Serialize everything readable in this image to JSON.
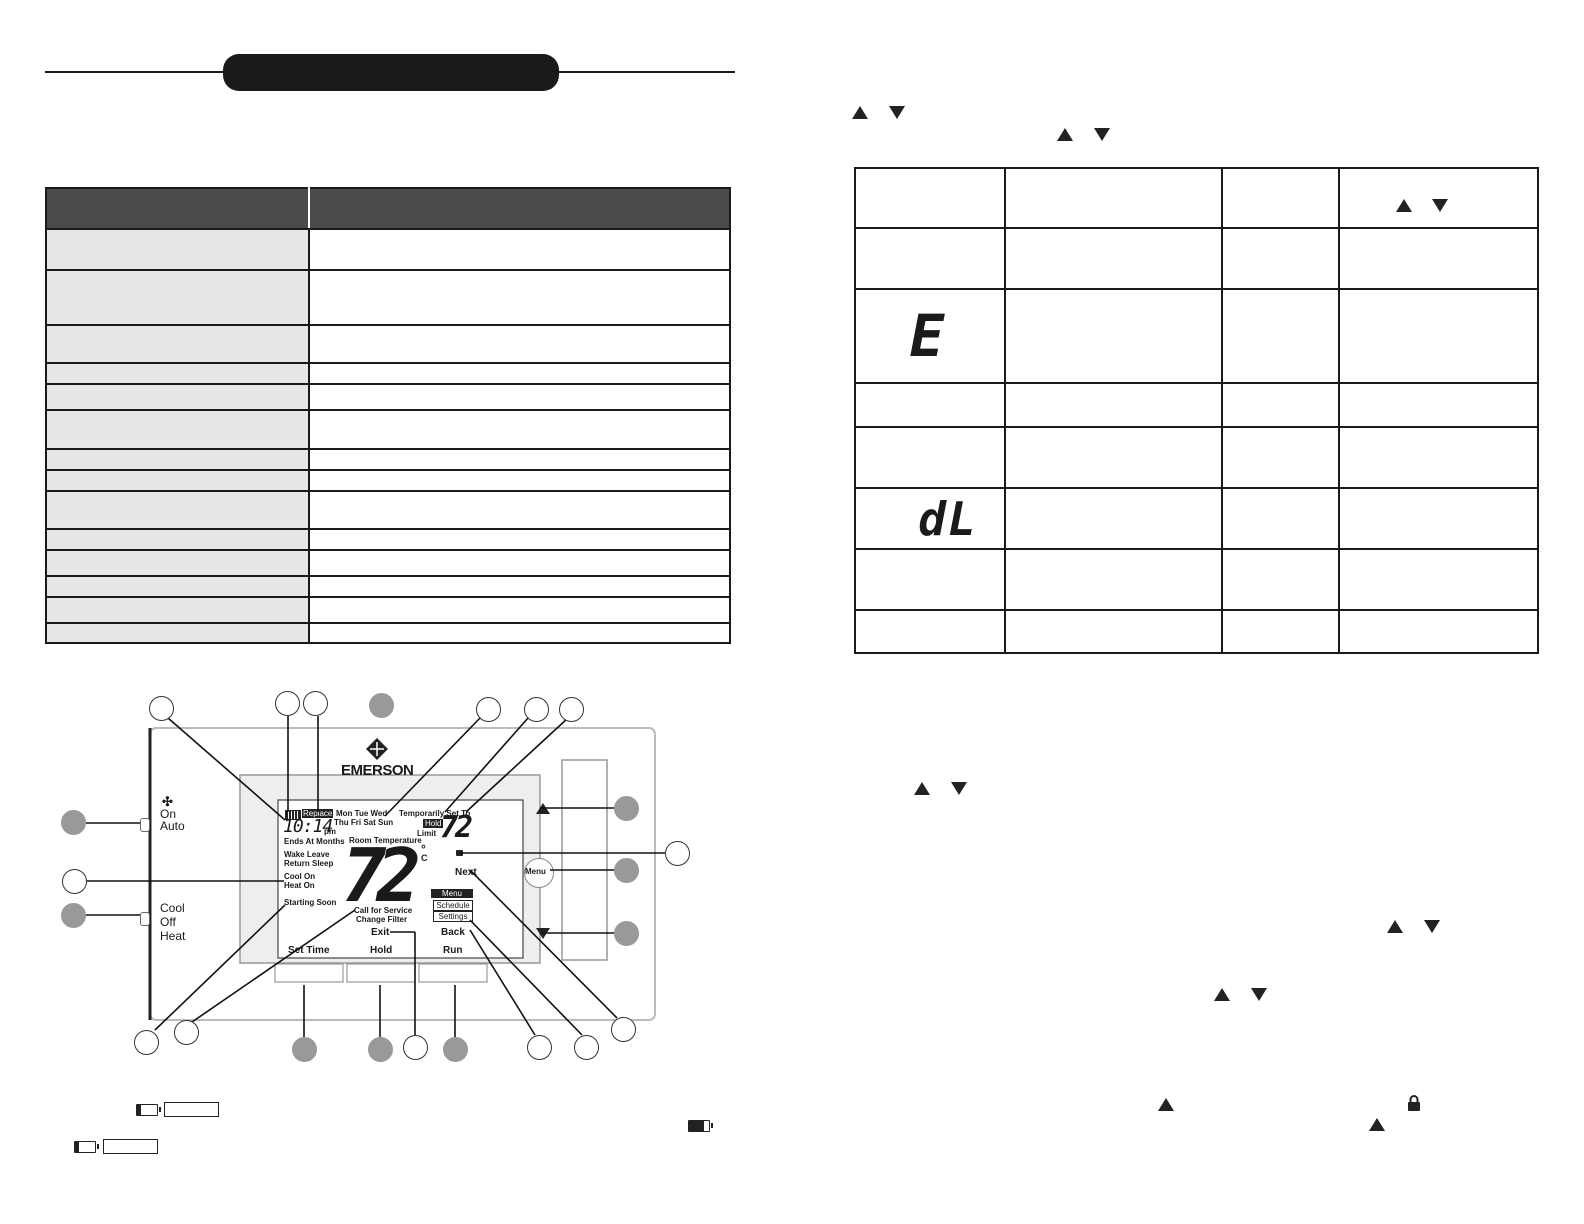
{
  "thermostat": {
    "brand": "EMERSON",
    "fan": {
      "on_label": "On",
      "auto_label": "Auto"
    },
    "system": {
      "cool_label": "Cool",
      "off_label": "Off",
      "heat_label": "Heat"
    },
    "lcd": {
      "clock": "10:14",
      "clock_suffix": "pm",
      "replace_label": "Replace",
      "days_line1": "Mon Tue Wed",
      "days_line2": "Thu Fri Sat Sun",
      "temporarily_set_to": "Temporarily Set To",
      "hold_label": "Hold",
      "limit_label": "Limit",
      "set_temp": "72",
      "ends_at_months": "Ends At Months",
      "room_temperature_label": "Room Temperature",
      "room_temp": "72",
      "unit_f": "°",
      "unit_c": "C",
      "wake_leave": "Wake Leave",
      "return_sleep": "Return Sleep",
      "cool_on": "Cool On",
      "heat_on": "Heat On",
      "next_label": "Next",
      "menu_label": "Menu",
      "schedule_label": "Schedule",
      "settings_label": "Settings",
      "starting_soon": "Starting Soon",
      "call_for_service": "Call for Service",
      "change_filter": "Change Filter",
      "exit_label": "Exit",
      "back_label": "Back",
      "set_time_label": "Set Time",
      "hold_button_label": "Hold",
      "run_label": "Run"
    },
    "menu_button_label": "Menu"
  },
  "error_table": {
    "row_codes": [
      "",
      "E",
      "",
      "",
      "dL",
      "",
      ""
    ]
  },
  "icons": [
    "up-arrow-icon",
    "down-arrow-icon",
    "battery-low-icon",
    "battery-full-icon",
    "lock-icon",
    "fan-icon"
  ]
}
